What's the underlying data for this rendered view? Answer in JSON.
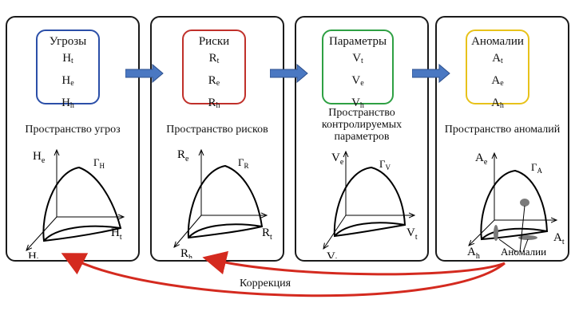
{
  "panels": [
    {
      "title": "Угрозы",
      "color": "#2b4fa8",
      "rows": [
        {
          "main": "H",
          "sub": "t"
        },
        {
          "main": "H",
          "sub": "e"
        },
        {
          "main": "H",
          "sub": "h"
        }
      ],
      "space_caption": "Пространство угроз",
      "axes": {
        "vertical": {
          "main": "H",
          "sub": "e"
        },
        "horizontal": {
          "main": "H",
          "sub": "t"
        },
        "depth": {
          "main": "H",
          "sub": "h"
        }
      },
      "gamma": {
        "main": "Г",
        "sub": "H"
      }
    },
    {
      "title": "Риски",
      "color": "#c0302a",
      "rows": [
        {
          "main": "R",
          "sub": "t"
        },
        {
          "main": "R",
          "sub": "e"
        },
        {
          "main": "R",
          "sub": "h"
        }
      ],
      "space_caption": "Пространство рисков",
      "axes": {
        "vertical": {
          "main": "R",
          "sub": "e"
        },
        "horizontal": {
          "main": "R",
          "sub": "t"
        },
        "depth": {
          "main": "R",
          "sub": "h"
        }
      },
      "gamma": {
        "main": "Г",
        "sub": "R"
      }
    },
    {
      "title": "Параметры",
      "color": "#2ea043",
      "rows": [
        {
          "main": "V",
          "sub": "t"
        },
        {
          "main": "V",
          "sub": "e"
        },
        {
          "main": "V",
          "sub": "h"
        }
      ],
      "space_caption": "Пространство контролируемых параметров",
      "axes": {
        "vertical": {
          "main": "V",
          "sub": "e"
        },
        "horizontal": {
          "main": "V",
          "sub": "t"
        },
        "depth": {
          "main": "V",
          "sub": "h"
        }
      },
      "gamma": {
        "main": "Г",
        "sub": "V"
      }
    },
    {
      "title": "Аномалии",
      "color": "#e8c21a",
      "rows": [
        {
          "main": "A",
          "sub": "t"
        },
        {
          "main": "A",
          "sub": "e"
        },
        {
          "main": "A",
          "sub": "h"
        }
      ],
      "space_caption": "Пространство аномалий",
      "axes": {
        "vertical": {
          "main": "A",
          "sub": "e"
        },
        "horizontal": {
          "main": "A",
          "sub": "t"
        },
        "depth": {
          "main": "A",
          "sub": "h"
        }
      },
      "gamma": {
        "main": "Г",
        "sub": "A"
      },
      "anomalies_label": "Аномалии"
    }
  ],
  "flow_arrow_color": "#4a78c2",
  "correction_arrow_color": "#d42a1f",
  "correction_label": "Коррекция"
}
